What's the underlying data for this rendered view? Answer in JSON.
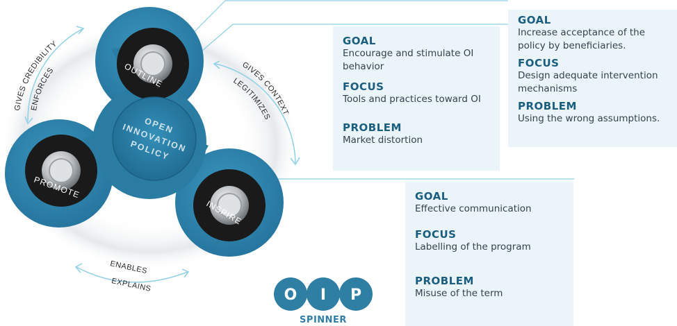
{
  "center": {
    "line1": "OPEN",
    "line2": "INNOVATION",
    "line3": "POLICY"
  },
  "arms": {
    "outline": "OUTLINE",
    "promote": "PROMOTE",
    "inspire": "INSPIRE"
  },
  "arrows": {
    "left": {
      "outer": "GIVES CREDIBILITY",
      "inner": "ENFORCES"
    },
    "right": {
      "outer": "GIVES CONTEXT",
      "inner": "LEGITIMIZES"
    },
    "bottom": {
      "outer": "ENABLES",
      "inner": "EXPLAINS"
    }
  },
  "panels": {
    "outline": {
      "goal_h": "GOAL",
      "goal": "Encourage and stimulate OI behavior",
      "focus_h": "FOCUS",
      "focus": "Tools and practices toward OI",
      "problem_h": "PROBLEM",
      "problem": "Market distortion"
    },
    "promote": {
      "goal_h": "GOAL",
      "goal": "Increase acceptance of the policy by beneficiaries.",
      "focus_h": "FOCUS",
      "focus": "Design adequate intervention mechanisms",
      "problem_h": "PROBLEM",
      "problem": "Using the wrong assumptions."
    },
    "inspire": {
      "goal_h": "GOAL",
      "goal": "Effective communication",
      "focus_h": "FOCUS",
      "focus": "Labelling of the program",
      "problem_h": "PROBLEM",
      "problem": "Misuse of the term"
    }
  },
  "logo": {
    "o": "O",
    "i": "I",
    "p": "P",
    "label": "SPINNER"
  },
  "colors": {
    "spinner": "#2e82a8",
    "spinner_dark": "#1f6487",
    "bearing": "#1b1b1b",
    "panel_bg": "#eaf4f9",
    "heading": "#1b5d7e",
    "line": "#8fd0e6",
    "logo": "#2f7fa5"
  }
}
